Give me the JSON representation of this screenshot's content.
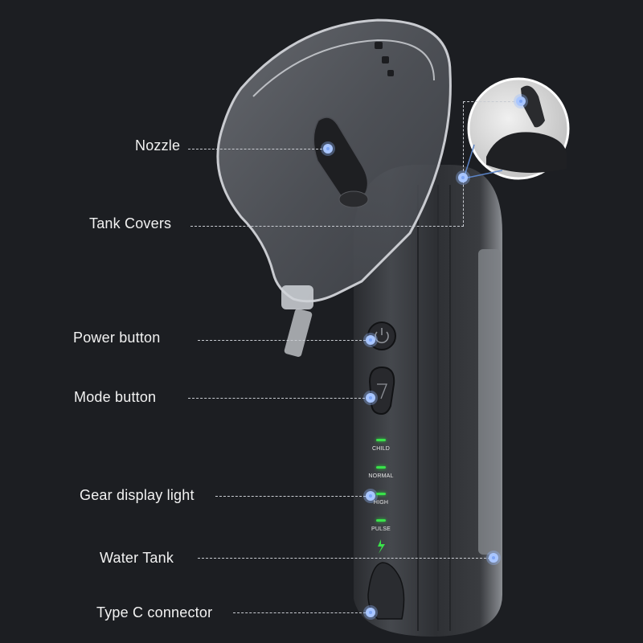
{
  "diagram": {
    "subject": "Handheld ear washer / irrigator",
    "background_color": "#1c1e22",
    "accent_dot_color": "#a9c6ff",
    "led_color": "#39e24a",
    "callouts": [
      {
        "label": "Nozzle",
        "target": "nozzle"
      },
      {
        "label": "Tank Covers",
        "target": "tank-cover"
      },
      {
        "label": "Power button",
        "target": "power-button"
      },
      {
        "label": "Mode button",
        "target": "mode-button"
      },
      {
        "label": "Gear display light",
        "target": "gear-display-light"
      },
      {
        "label": "Water Tank",
        "target": "water-tank"
      },
      {
        "label": "Type C connector",
        "target": "type-c-port"
      }
    ],
    "gear_lights": [
      {
        "label": "CHILD"
      },
      {
        "label": "NORMAL"
      },
      {
        "label": "HIGH"
      },
      {
        "label": "PULSE"
      }
    ],
    "charge_indicator_icon": "lightning-bolt-icon",
    "power_icon": "power-symbol-icon",
    "mode_icon_glyph": "7"
  }
}
